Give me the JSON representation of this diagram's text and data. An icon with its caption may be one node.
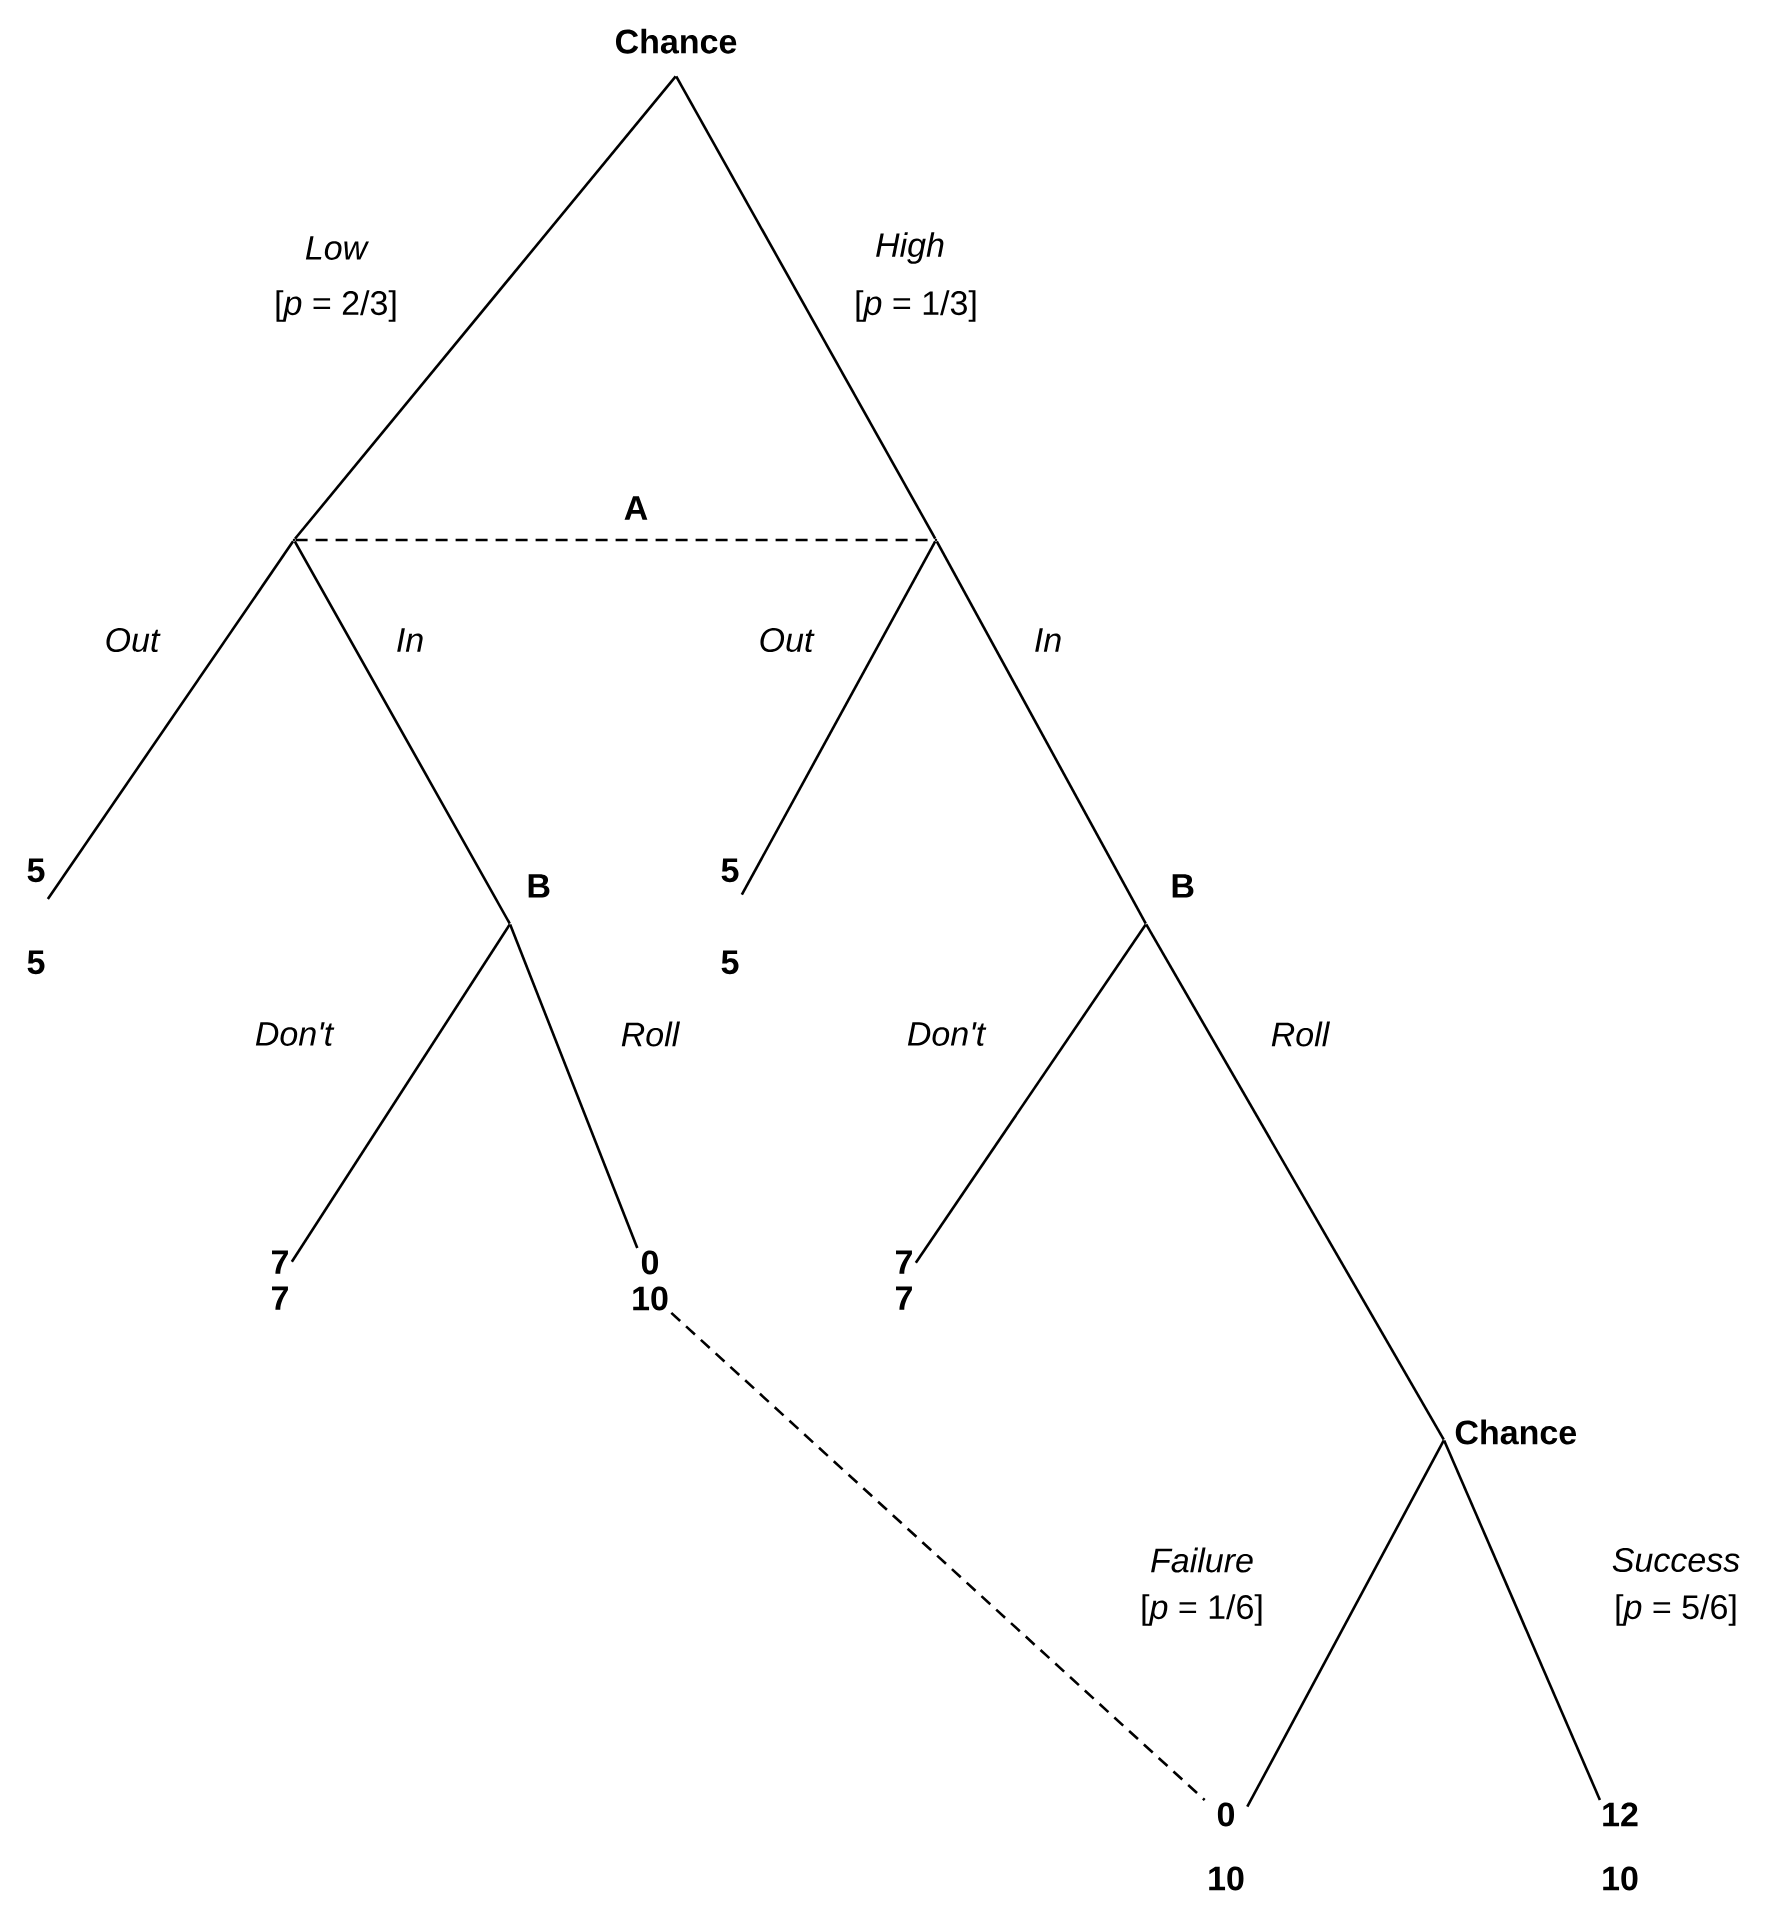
{
  "diagram": {
    "nodes": [
      {
        "text": [
          "Chance"
        ]
      },
      {
        "text": [],
        "shape": "point"
      },
      {
        "text": [],
        "shape": "point"
      },
      {
        "text": [
          "5",
          "5"
        ]
      },
      {
        "text": [
          "B"
        ]
      },
      {
        "text": [
          "5",
          "5"
        ]
      },
      {
        "text": [
          "B"
        ]
      },
      {
        "text": [
          "7",
          "7"
        ]
      },
      {
        "text": [
          "0",
          "10"
        ]
      },
      {
        "text": [
          "7",
          "7"
        ]
      },
      {
        "text": [
          "Chance"
        ]
      },
      {
        "text": [
          "0",
          "10"
        ]
      },
      {
        "text": [
          "12",
          "10"
        ]
      }
    ],
    "edges": [
      {
        "from": 0,
        "to": 1,
        "arrow": "none",
        "label": "Low"
      },
      {
        "from": 0,
        "to": 2,
        "arrow": "none",
        "label": "High"
      },
      {
        "from": 1,
        "to": 2,
        "arrow": "none",
        "label": "A",
        "style": "dashed"
      },
      {
        "from": 1,
        "to": 3,
        "arrow": "none",
        "label": "Out"
      },
      {
        "from": 1,
        "to": 4,
        "arrow": "none",
        "label": "In"
      },
      {
        "from": 2,
        "to": 5,
        "arrow": "none",
        "label": "Out"
      },
      {
        "from": 2,
        "to": 6,
        "arrow": "none",
        "label": "In"
      },
      {
        "from": 4,
        "to": 7,
        "arrow": "none",
        "label": "Don't"
      },
      {
        "from": 4,
        "to": 8,
        "arrow": "none",
        "label": "Roll"
      },
      {
        "from": 6,
        "to": 9,
        "arrow": "none",
        "label": "Don't"
      },
      {
        "from": 6,
        "to": 10,
        "arrow": "none",
        "label": "Roll"
      },
      {
        "from": 10,
        "to": 11,
        "arrow": "none",
        "label": "Failure"
      },
      {
        "from": 10,
        "to": 12,
        "arrow": "none",
        "label": "Success"
      },
      {
        "from": 8,
        "to": 11,
        "arrow": "none",
        "style": "dashed"
      }
    ],
    "labels": [
      "[*p* = 2/3]",
      "[*p* = 1/3]",
      "[*p* = 1/6]",
      "[*p* = 5/6]"
    ]
  }
}
